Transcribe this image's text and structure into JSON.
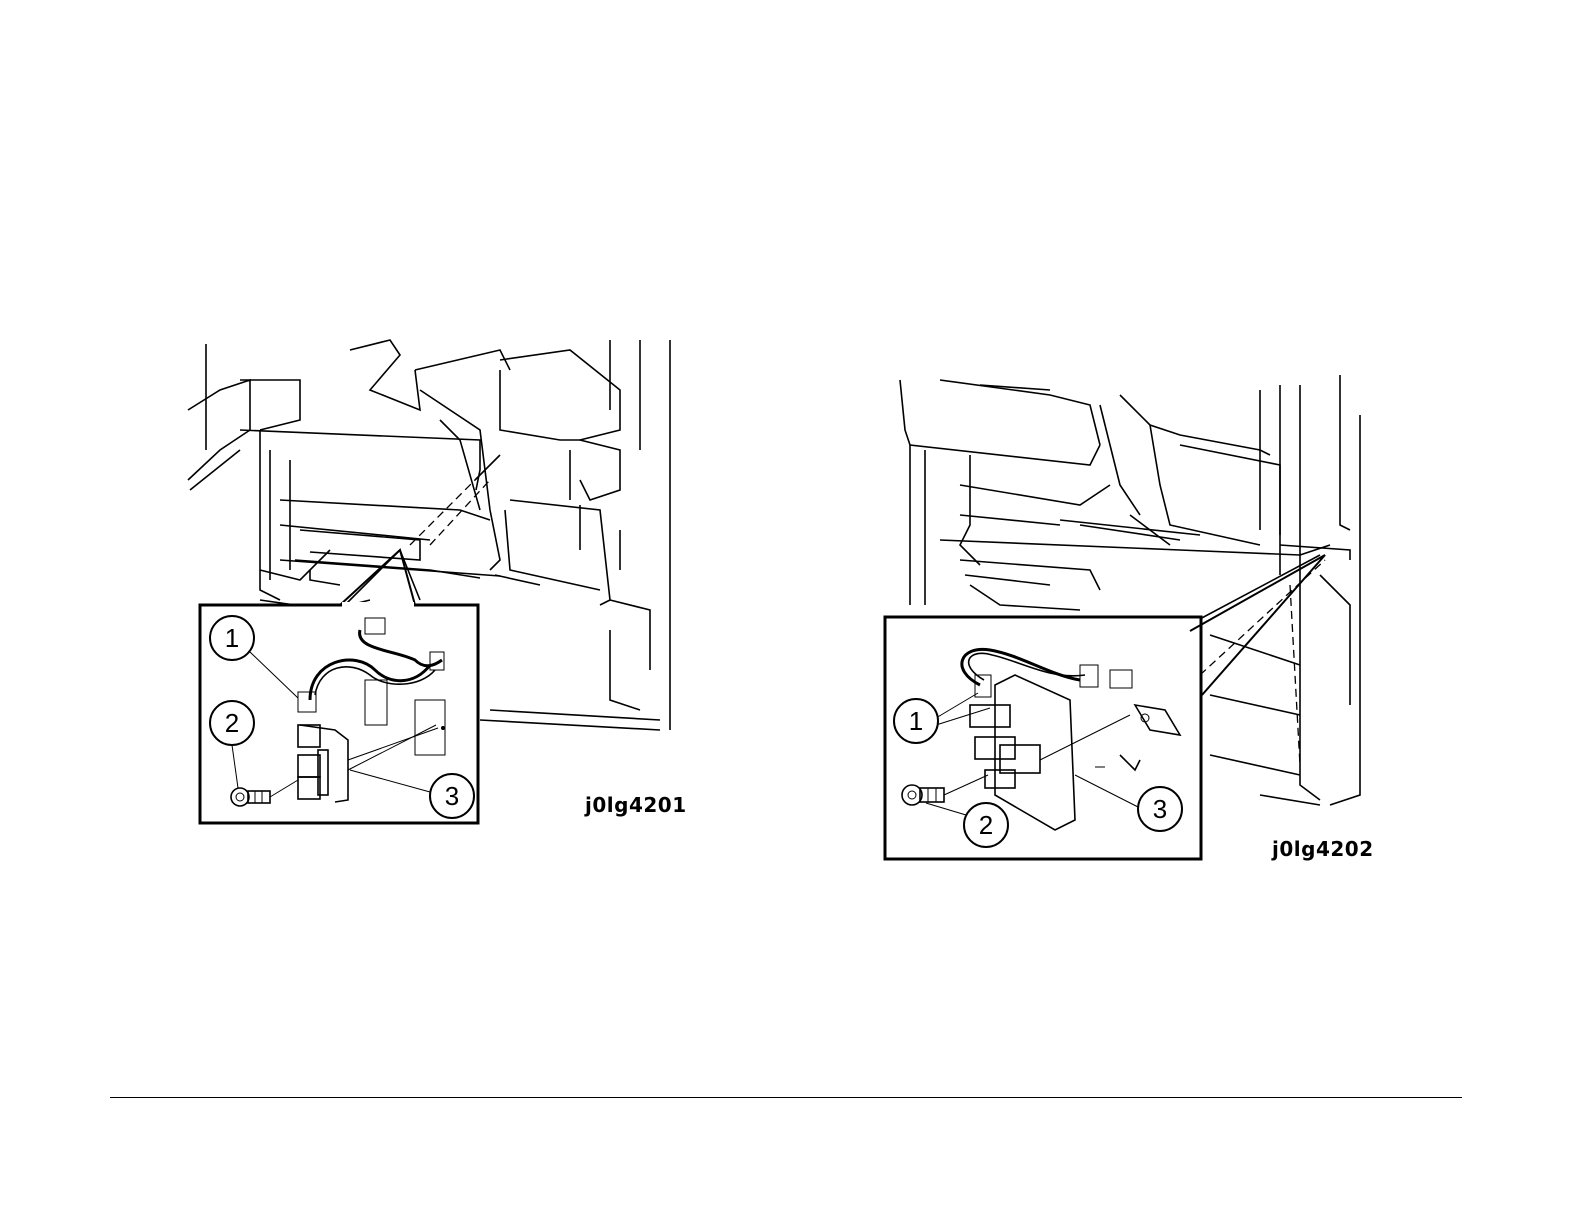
{
  "figures": [
    {
      "id": "j0lg4201",
      "callouts": [
        "1",
        "2",
        "3"
      ]
    },
    {
      "id": "j0lg4202",
      "callouts": [
        "1",
        "2",
        "3"
      ]
    }
  ],
  "colors": {
    "ink": "#000000",
    "paper": "#ffffff"
  }
}
